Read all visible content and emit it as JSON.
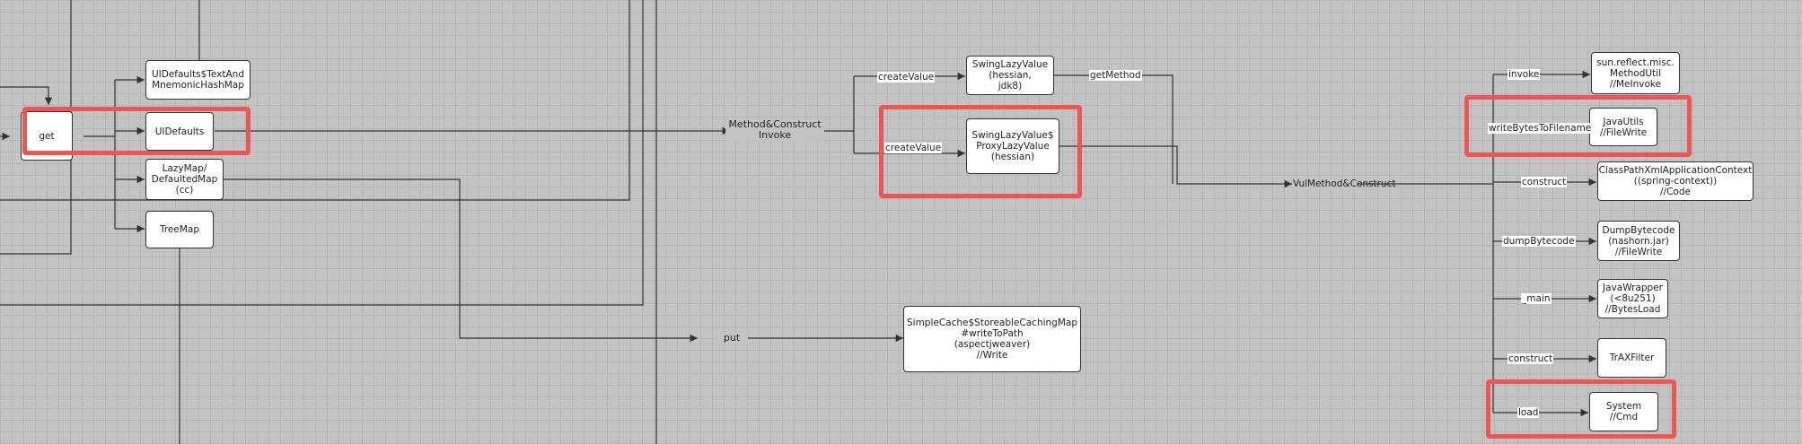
{
  "nodes": {
    "get": "get",
    "ui_defaults_text": [
      "UIDefaults$TextAnd",
      "MnemonicHashMap"
    ],
    "ui_defaults": "UIDefaults",
    "lazymap": [
      "LazyMap/",
      "DefaultedMap",
      "(cc)"
    ],
    "treemap": "TreeMap",
    "method_construct_invoke": [
      "Method&Construct",
      "Invoke"
    ],
    "put": "put",
    "swing_lazy_value": [
      "SwingLazyValue",
      "(hessian,",
      "jdk8)"
    ],
    "swing_proxy_lazy_value": [
      "SwingLazyValue$",
      "ProxyLazyValue",
      "(hessian)"
    ],
    "simple_cache": [
      "SimpleCache$StoreableCachingMap",
      "#writeToPath",
      "(aspectjweaver)",
      "//Write"
    ],
    "vul_method_construct": "VulMethod&Construct",
    "method_util": [
      "sun.reflect.misc.",
      "MethodUtil",
      "//MeInvoke"
    ],
    "java_utils": [
      "JavaUtils",
      "//FileWrite"
    ],
    "classpath_xml": [
      "ClassPathXmlApplicationContext",
      "((spring-context))",
      "//Code"
    ],
    "dump_bytecode": [
      "DumpBytecode",
      "(nashorn.jar)",
      "//FileWrite"
    ],
    "java_wrapper": [
      "JavaWrapper",
      "(<8u251)",
      "//BytesLoad"
    ],
    "trax_filter": "TrAXFilter",
    "system": [
      "System",
      "//Cmd"
    ]
  },
  "edge_labels": {
    "create_value_1": "createValue",
    "create_value_2": "createValue",
    "get_method": "getMethod",
    "invoke": "invoke",
    "write_bytes": "writeBytesToFilename",
    "construct_1": "construct",
    "dump_bytecode": "dumpBytecode",
    "main": "_main",
    "construct_2": "construct",
    "load": "load"
  },
  "colors": {
    "canvas": "#c3c3c3",
    "grid": "#b5b5b5",
    "line": "#333333",
    "highlight": "#ee5555"
  }
}
